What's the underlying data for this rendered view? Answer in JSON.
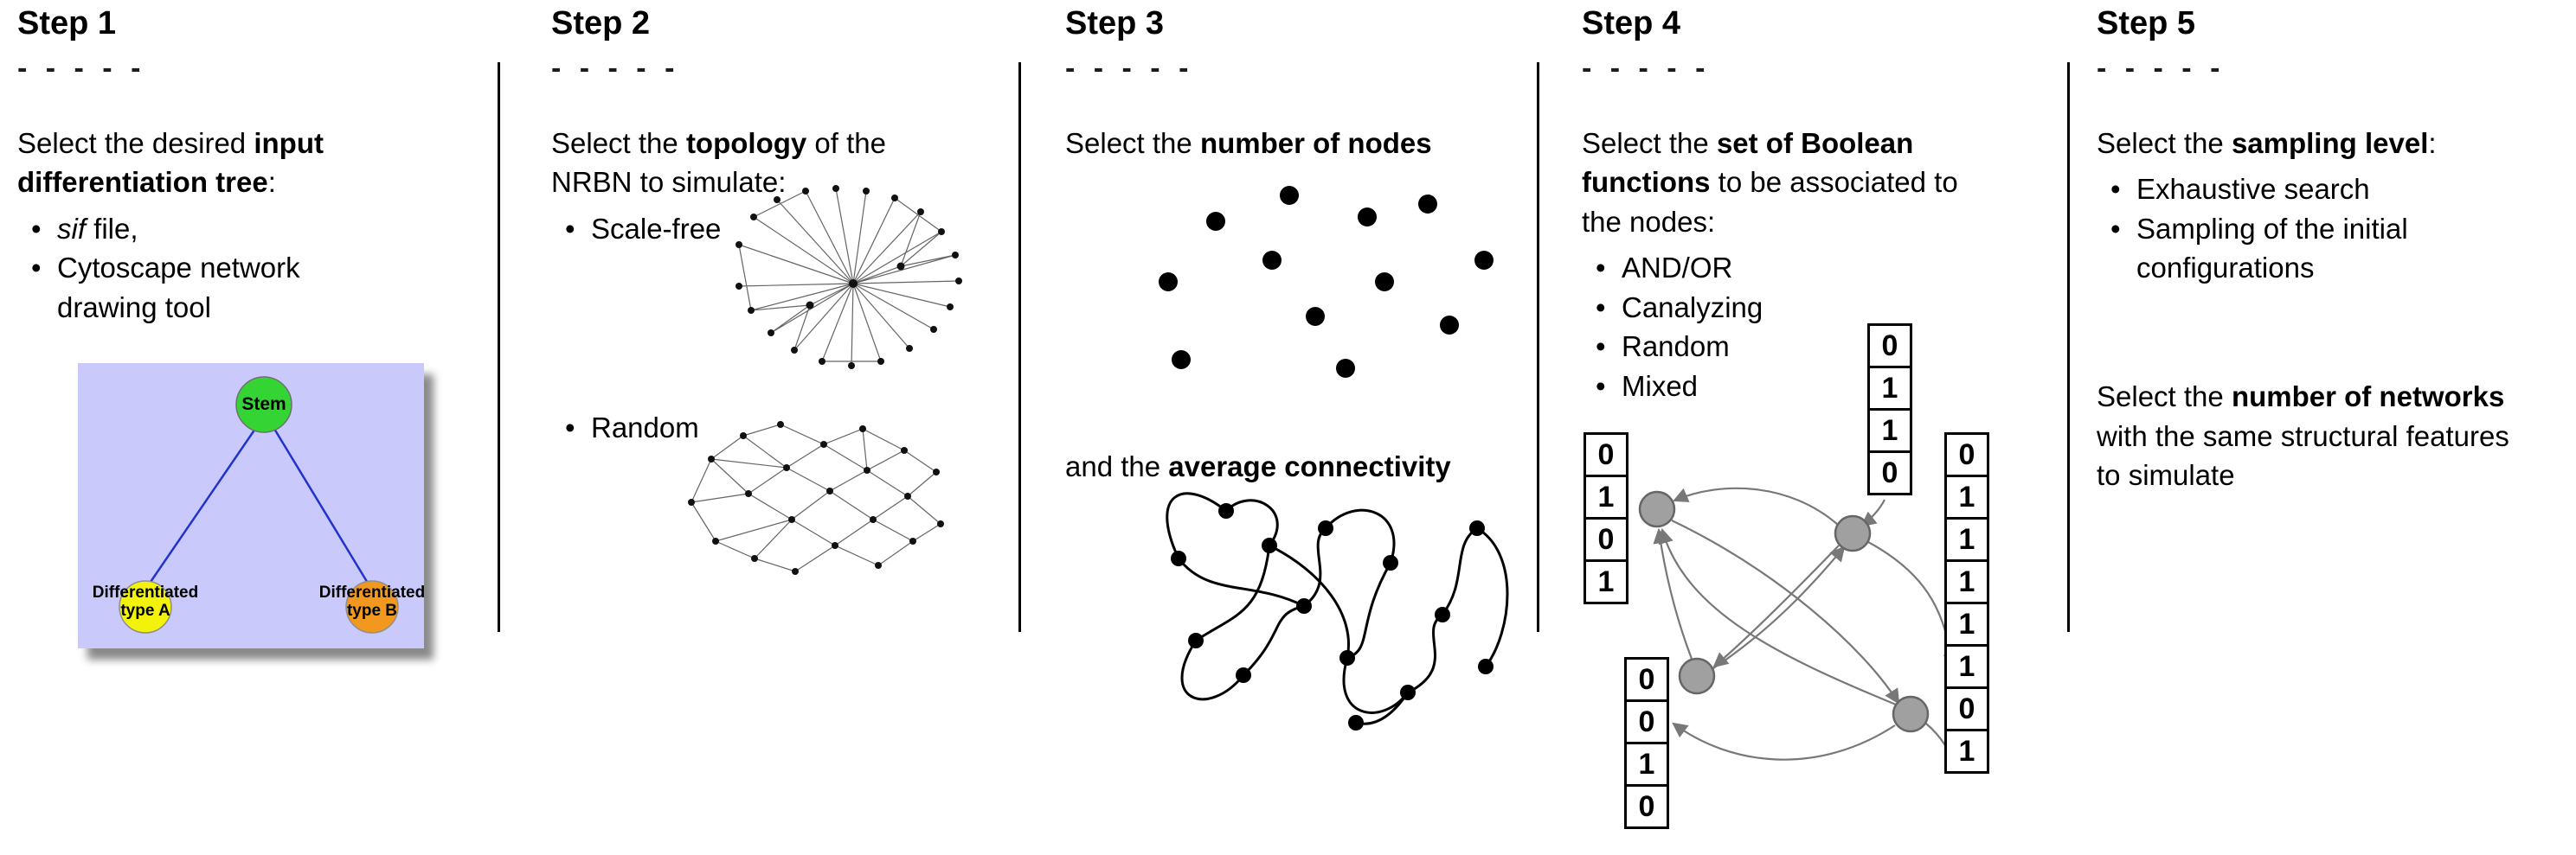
{
  "colors": {
    "tree_background": "#c9c9fb",
    "stem_node": "#35d435",
    "type_a_node": "#f2f20a",
    "type_b_node": "#f2981f",
    "tree_edge": "#2233cc",
    "boolean_node_fill": "#a0a0a0",
    "arrow": "#787878"
  },
  "steps": [
    {
      "title": "Step 1",
      "dashes": "- - - - -",
      "intro_pre": "Select the desired ",
      "intro_bold": "input differentiation tree",
      "intro_post": ":",
      "bullet1_italic": "sif",
      "bullet1_rest": " file,",
      "bullet2": "Cytoscape network drawing tool",
      "tree": {
        "root": "Stem",
        "left_leaf": "Differentiated type A",
        "right_leaf": "Differentiated type B"
      }
    },
    {
      "title": "Step 2",
      "dashes": "- - - - -",
      "intro_pre": "Select the ",
      "intro_bold": "topology",
      "intro_post": " of the NRBN to simulate:",
      "bullet1": "Scale-free",
      "bullet2": "Random"
    },
    {
      "title": "Step 3",
      "dashes": "- - - - -",
      "line1_pre": "Select the ",
      "line1_bold": "number of nodes",
      "line2_pre": "and the ",
      "line2_bold": "average connectivity"
    },
    {
      "title": "Step 4",
      "dashes": "- - - - -",
      "intro_pre": "Select the ",
      "intro_bold": "set of Boolean functions",
      "intro_post": " to be associated to the nodes:",
      "bullets": [
        "AND/OR",
        "Canalyzing",
        "Random",
        "Mixed"
      ],
      "truth_tables": {
        "top": [
          "0",
          "1",
          "1",
          "0"
        ],
        "left": [
          "0",
          "1",
          "0",
          "1"
        ],
        "bottom": [
          "0",
          "0",
          "1",
          "0"
        ],
        "right": [
          "0",
          "1",
          "1",
          "1",
          "1",
          "1",
          "0",
          "1"
        ]
      }
    },
    {
      "title": "Step 5",
      "dashes": "- - - - -",
      "intro_pre": "Select the ",
      "intro_bold": "sampling level",
      "intro_post": ":",
      "bullet1": "Exhaustive search",
      "bullet2": "Sampling of the initial configurations",
      "para2_pre": "Select the ",
      "para2_bold": "number of networks",
      "para2_post": " with the same structural features to simulate"
    }
  ]
}
